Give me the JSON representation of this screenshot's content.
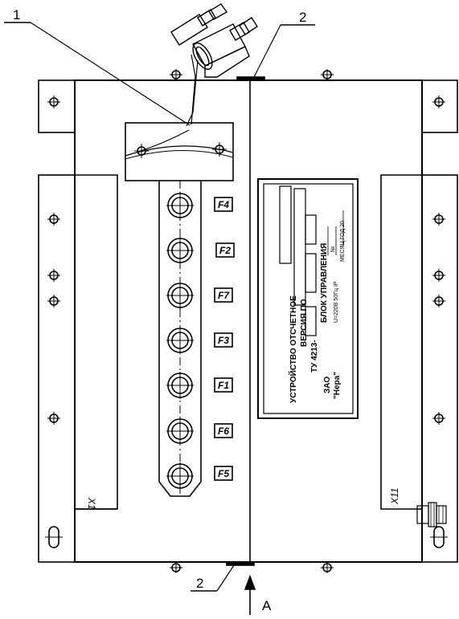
{
  "callouts": [
    {
      "number": "1"
    },
    {
      "number": "2"
    },
    {
      "number": "2"
    }
  ],
  "view_label": "A",
  "connector_labels": {
    "left": "X1",
    "right": "X11"
  },
  "fuses": [
    {
      "label": "F4"
    },
    {
      "label": "F2"
    },
    {
      "label": "F7"
    },
    {
      "label": "F3"
    },
    {
      "label": "F1"
    },
    {
      "label": "F6"
    },
    {
      "label": "F5"
    }
  ],
  "nameplate": {
    "line1": "УСТРОЙСТВО ОТСЧЕТНОЕ",
    "line2": "ВЕРСИЯ  ПО",
    "line3": "БЛОК УПРАВЛЕНИЯ",
    "line4": "ТУ 4213-",
    "line5": "ЗАО",
    "line6": "\"Нера\"",
    "serial_no": "№",
    "date_label": "МЕСЯЦ        ГОД 20",
    "power": "U=220В  50Гц  IP"
  }
}
